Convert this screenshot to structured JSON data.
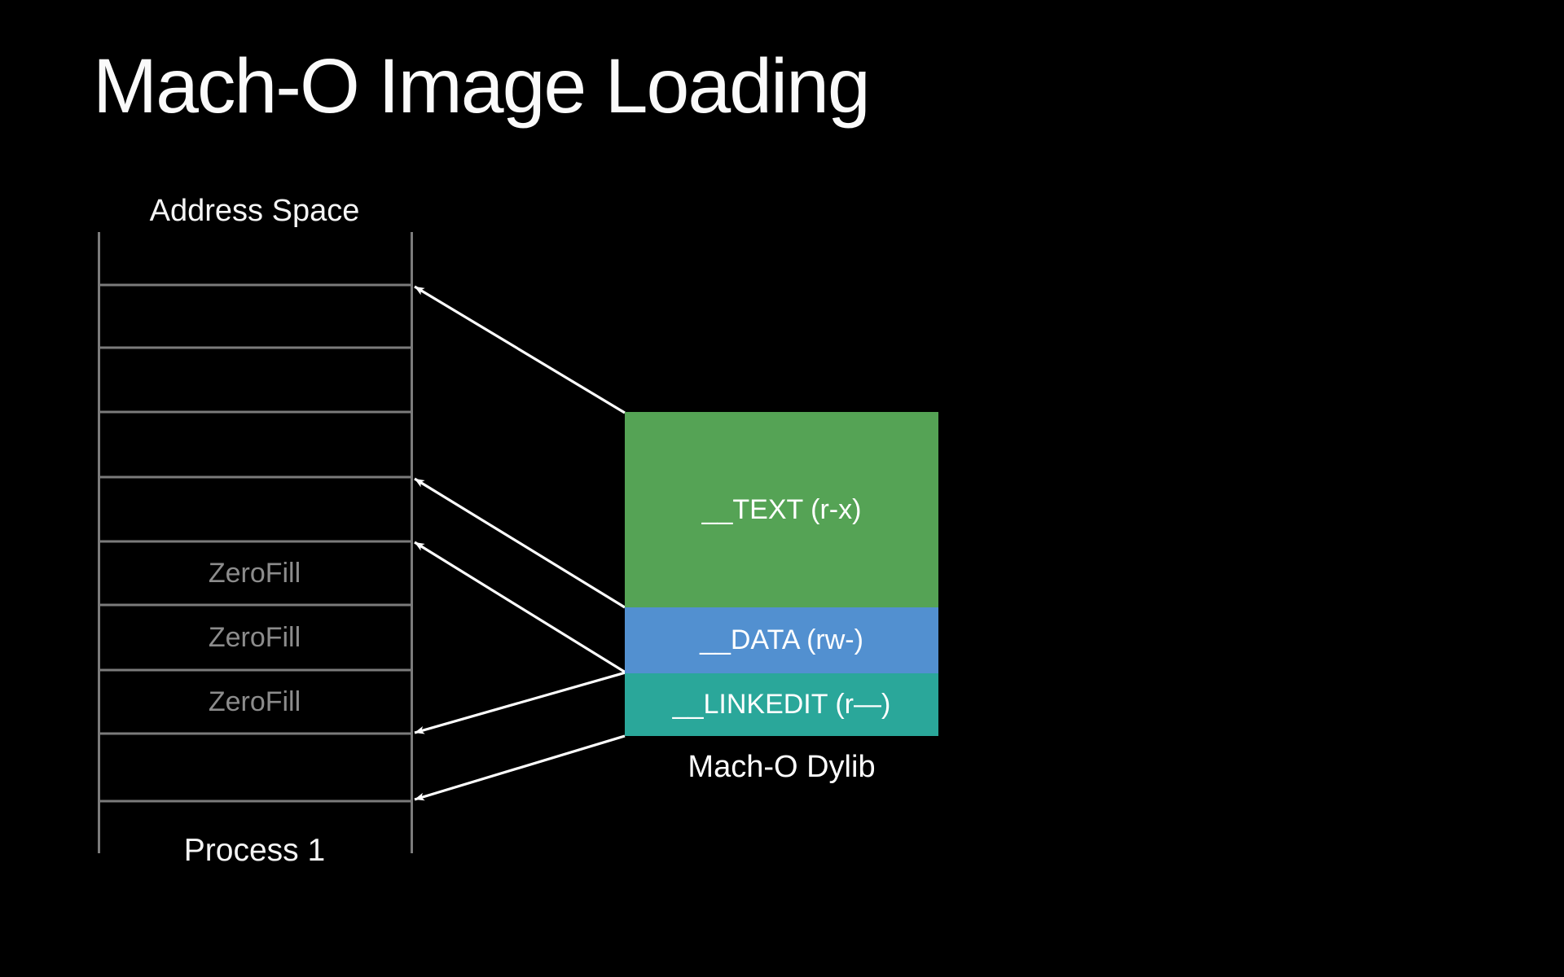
{
  "slide": {
    "title": "Mach-O Image Loading",
    "background_color": "#000000",
    "title_color": "#FAFAFA"
  },
  "address_space": {
    "title": "Address Space",
    "process_label": "Process 1",
    "zerofill_rows": [
      {
        "label": "ZeroFill"
      },
      {
        "label": "ZeroFill"
      },
      {
        "label": "ZeroFill"
      }
    ],
    "ladder_line_color": "#7B7B7B",
    "zerofill_text_color": "#8C8C8C",
    "label_color": "#F5F5F5"
  },
  "dylib": {
    "caption": "Mach-O Dylib",
    "label_color": "#FFFFFF",
    "segments": [
      {
        "label": "__TEXT (r-x)",
        "color": "#55A355"
      },
      {
        "label": "__DATA (rw-)",
        "color": "#5290D0"
      },
      {
        "label": "__LINKEDIT (r—)",
        "color": "#2AA79A"
      }
    ]
  },
  "arrows": {
    "color": "#FFFFFF",
    "count": 5
  }
}
